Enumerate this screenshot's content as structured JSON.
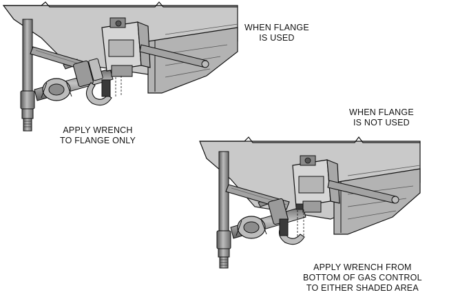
{
  "labels": {
    "flange_used": {
      "line1": "WHEN FLANGE",
      "line2": "IS USED"
    },
    "wrench_flange": {
      "line1": "APPLY WRENCH",
      "line2": "TO FLANGE ONLY"
    },
    "flange_not_used": {
      "line1": "WHEN FLANGE",
      "line2": "IS NOT USED"
    },
    "wrench_control": {
      "line1": "APPLY WRENCH FROM",
      "line2": "BOTTOM OF GAS CONTROL",
      "line3": "TO EITHER SHADED AREA"
    }
  },
  "colors": {
    "stroke": "#111111",
    "cabinet_fill": "#c8c8c8",
    "cabinet_dark": "#a9a9a9",
    "pipe_light": "#bdbdbd",
    "pipe_dark": "#7a7a7a",
    "shaded_area": "#3a3a3a"
  }
}
